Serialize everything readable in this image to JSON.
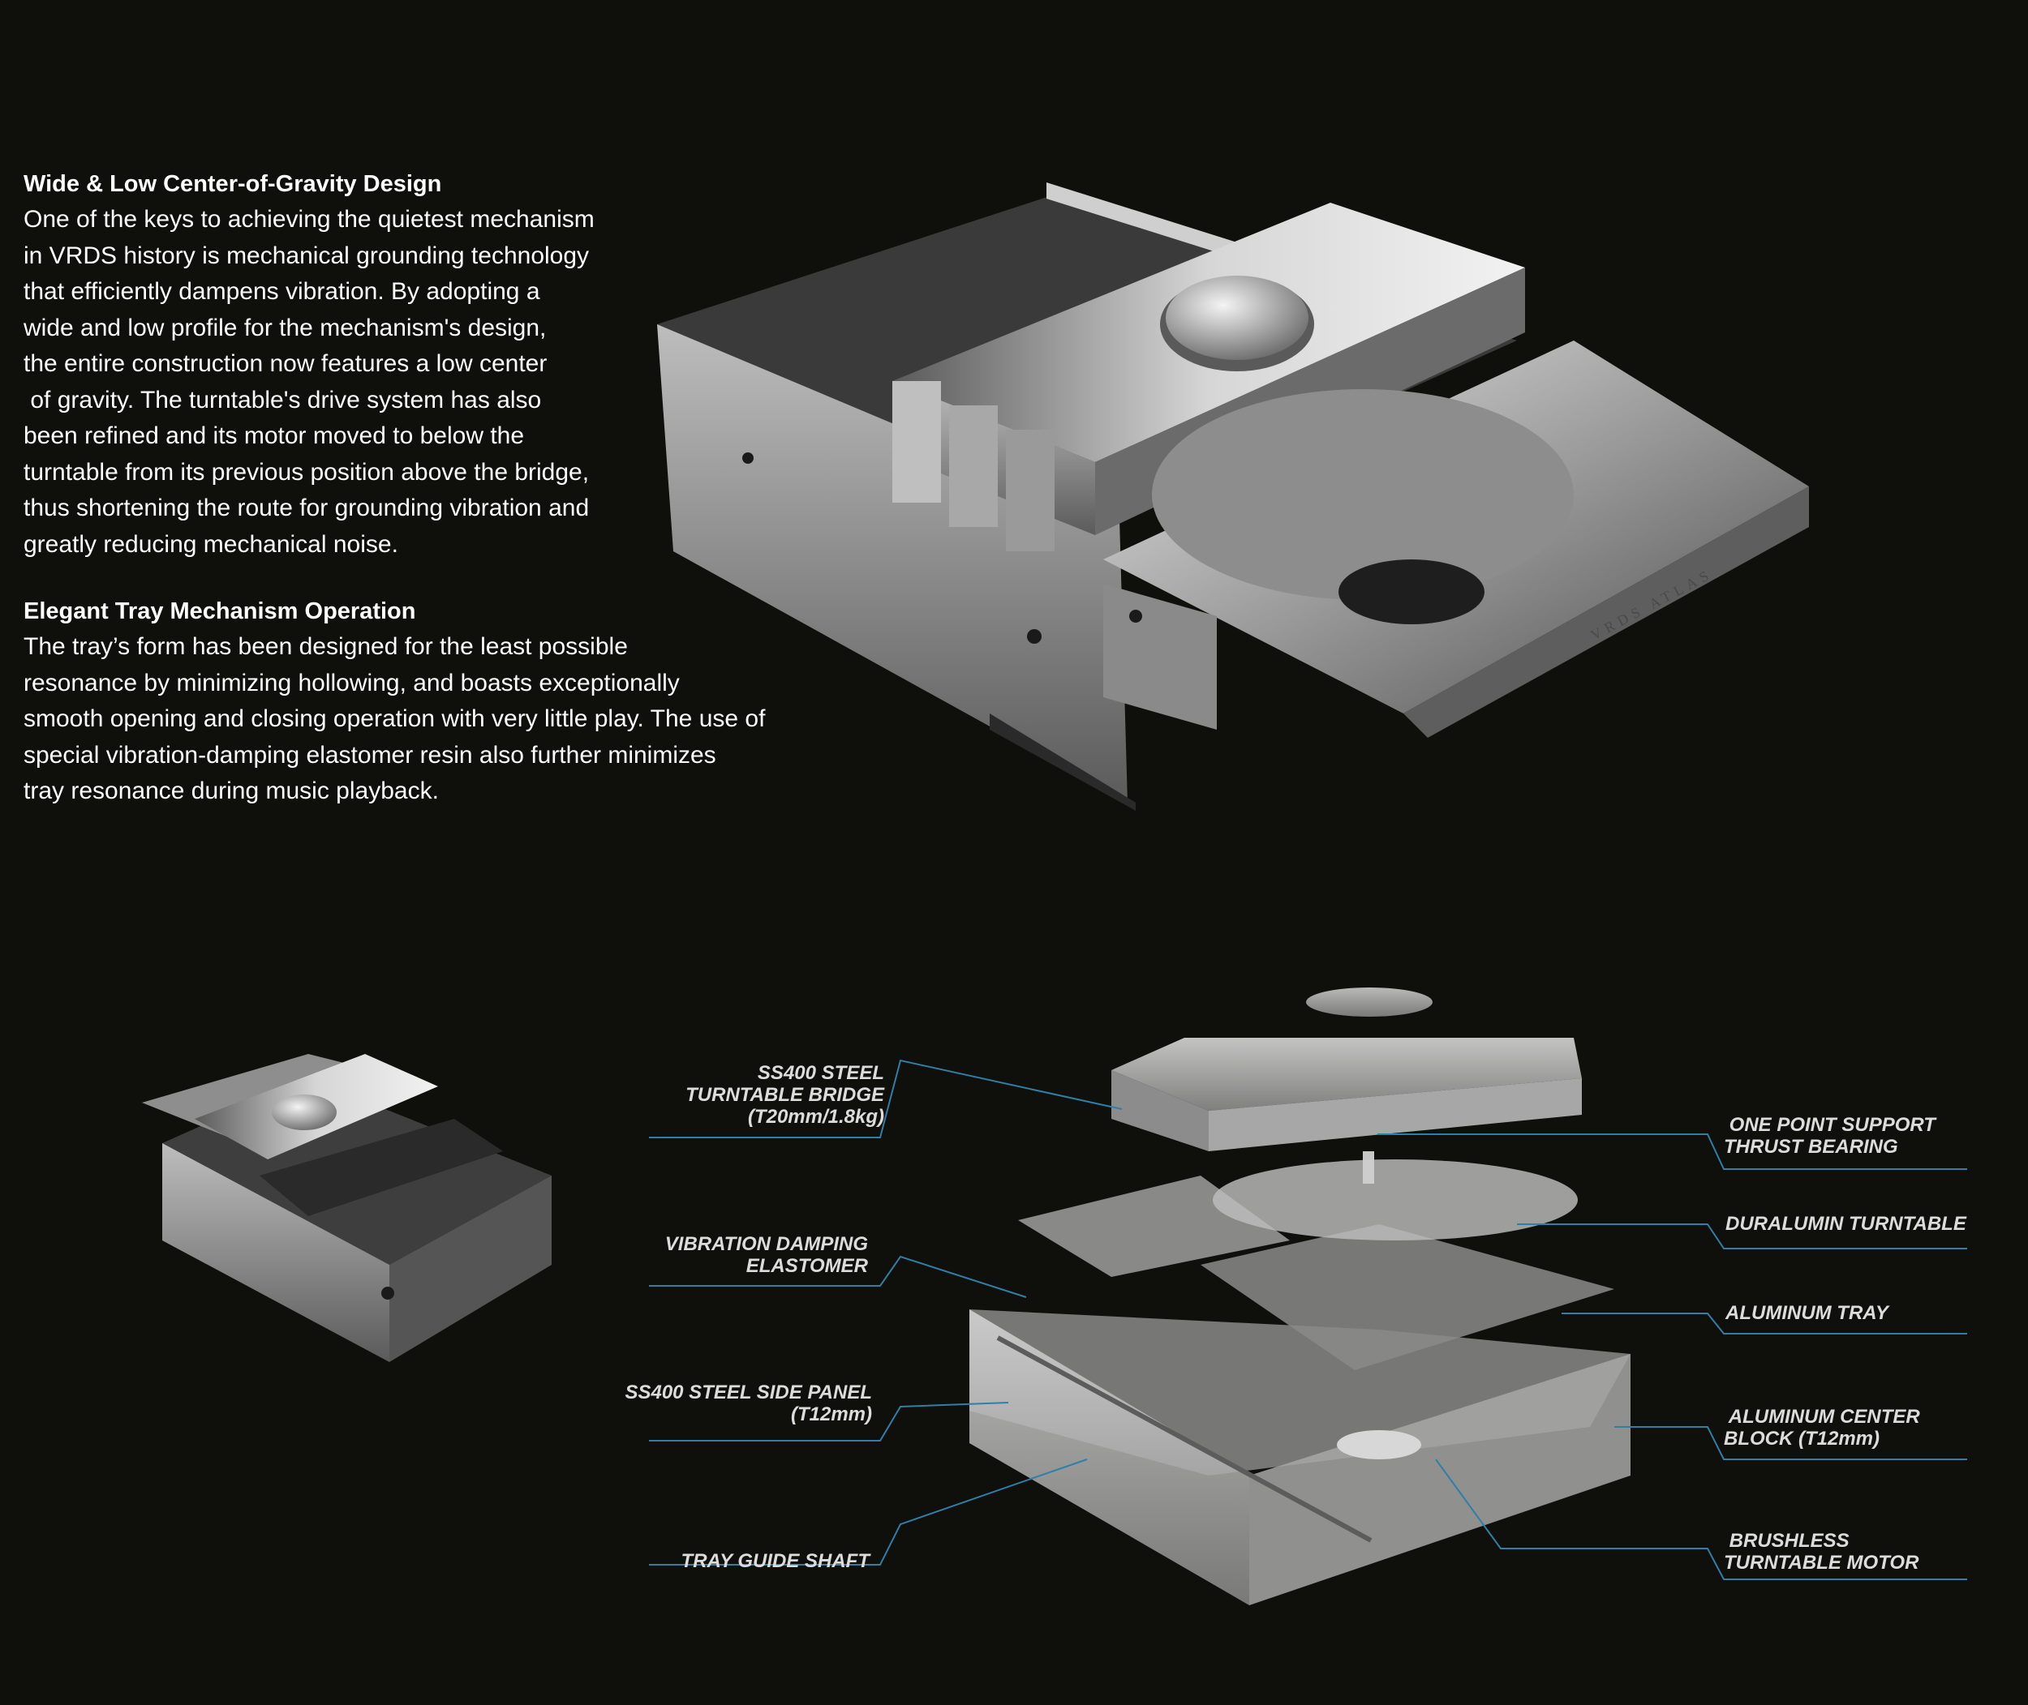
{
  "sections": [
    {
      "heading": "Wide & Low Center-of-Gravity Design",
      "lines": [
        "One of the keys to achieving the quietest mechanism",
        "in VRDS history is mechanical grounding technology",
        "that efficiently dampens vibration. By adopting a",
        "wide and low profile for the mechanism's design,",
        "the entire construction now features a low center",
        " of gravity. The turntable's drive system has also",
        "been refined and its motor moved to below the",
        "turntable from its previous position above the bridge,",
        "thus shortening the route for grounding vibration and",
        "greatly reducing mechanical noise."
      ]
    },
    {
      "heading": "Elegant Tray Mechanism Operation",
      "lines": [
        "The tray’s form has been designed for the least possible",
        "resonance by minimizing hollowing, and boasts exceptionally",
        "smooth opening and closing operation with very little play. The use of",
        "special vibration-damping elastomer resin also further minimizes",
        "tray resonance during music playback."
      ]
    }
  ],
  "tray_engraving": "VRDS ATLAS",
  "callouts": {
    "left": [
      {
        "lines": [
          "SS400 STEEL",
          "TURNTABLE BRIDGE",
          "(T20mm/1.8kg)"
        ]
      },
      {
        "lines": [
          "VIBRATION DAMPING",
          "ELASTOMER"
        ]
      },
      {
        "lines": [
          "SS400 STEEL SIDE PANEL",
          "(T12mm)"
        ]
      },
      {
        "lines": [
          "TRAY GUIDE SHAFT"
        ]
      }
    ],
    "right": [
      {
        "lines": [
          " ONE POINT SUPPORT",
          "THRUST BEARING"
        ]
      },
      {
        "lines": [
          "DURALUMIN TURNTABLE"
        ]
      },
      {
        "lines": [
          "ALUMINUM TRAY"
        ]
      },
      {
        "lines": [
          " ALUMINUM CENTER",
          "BLOCK (T12mm)"
        ]
      },
      {
        "lines": [
          " BRUSHLESS",
          "TURNTABLE MOTOR"
        ]
      }
    ]
  },
  "colors": {
    "background": "#0f0f0b",
    "text": "#ffffff",
    "callout_text": "#dcdcdc",
    "leader_line": "#2f7fa6"
  }
}
